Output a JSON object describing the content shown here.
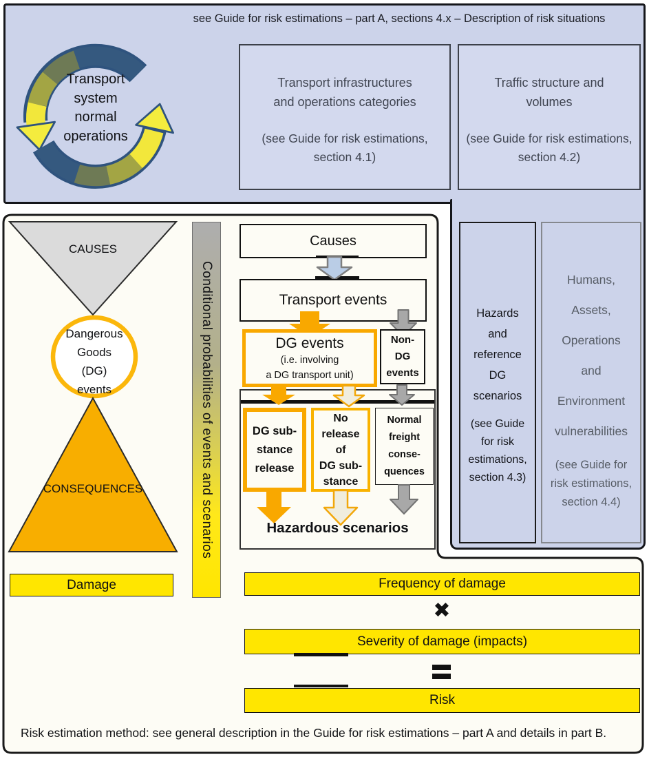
{
  "title_note": "see Guide for risk estimations – part A, sections 4.x – Description of risk situations",
  "cycle": {
    "label": "Transport\nsystem\nnormal\noperations"
  },
  "situation_boxes": {
    "infrastructures": {
      "title": "Transport infrastructures\nand operations categories",
      "ref": "(see Guide for risk estimations,\nsection 4.1)"
    },
    "traffic": {
      "title": "Traffic structure and\nvolumes",
      "ref": "(see Guide for risk estimations,\nsection 4.2)"
    }
  },
  "funnel": {
    "causes": "CAUSES",
    "dg_events_circle": "Dangerous\nGoods\n(DG)\nevents",
    "consequences": "CONSEQUENCES",
    "damage": "Damage"
  },
  "probability_bar": {
    "label": "Conditional probabilities of events and scenarios"
  },
  "event_flow": {
    "causes": "Causes",
    "transport_events": "Transport events",
    "dg_events_title": "DG events",
    "dg_events_sub": "(i.e. involving\na DG transport unit)",
    "non_dg_events": "Non-\nDG\nevents",
    "dg_release": "DG sub-\nstance\nrelease",
    "no_release": "No\nrelease\nof\nDG sub-\nstance",
    "normal_freight": "Normal\nfreight\nconse-\nquences",
    "hazardous_scenarios": "Hazardous scenarios"
  },
  "reference_panels": {
    "hazards": {
      "title": "Hazards\nand\nreference\nDG\nscenarios",
      "ref": "(see Guide\nfor risk\nestimations,\nsection 4.3)"
    },
    "vulnerabilities": {
      "title": "Humans,\nAssets,\nOperations\nand\nEnvironment\nvulnerabilities",
      "ref": "(see Guide for\nrisk estimations,\nsection 4.4)"
    }
  },
  "risk_equation": {
    "frequency": "Frequency of damage",
    "times_sign": "✖",
    "severity": "Severity of damage (impacts)",
    "risk": "Risk"
  },
  "footer_note": "Risk estimation method: see general description in the Guide for risk estimations – part A and details in part B.",
  "colors": {
    "panel_blue": "#CCD3EA",
    "box_blue": "#D3D9EE",
    "highlight_yellow": "#FFE600",
    "accent_orange": "#F9A800",
    "consequences_amber": "#F8AE00",
    "causes_gray": "#DBDBDB",
    "arrow_blue": "#BACDE6",
    "arrow_gray": "#A8A8A8",
    "arrow_cream": "#F0EDDE"
  }
}
